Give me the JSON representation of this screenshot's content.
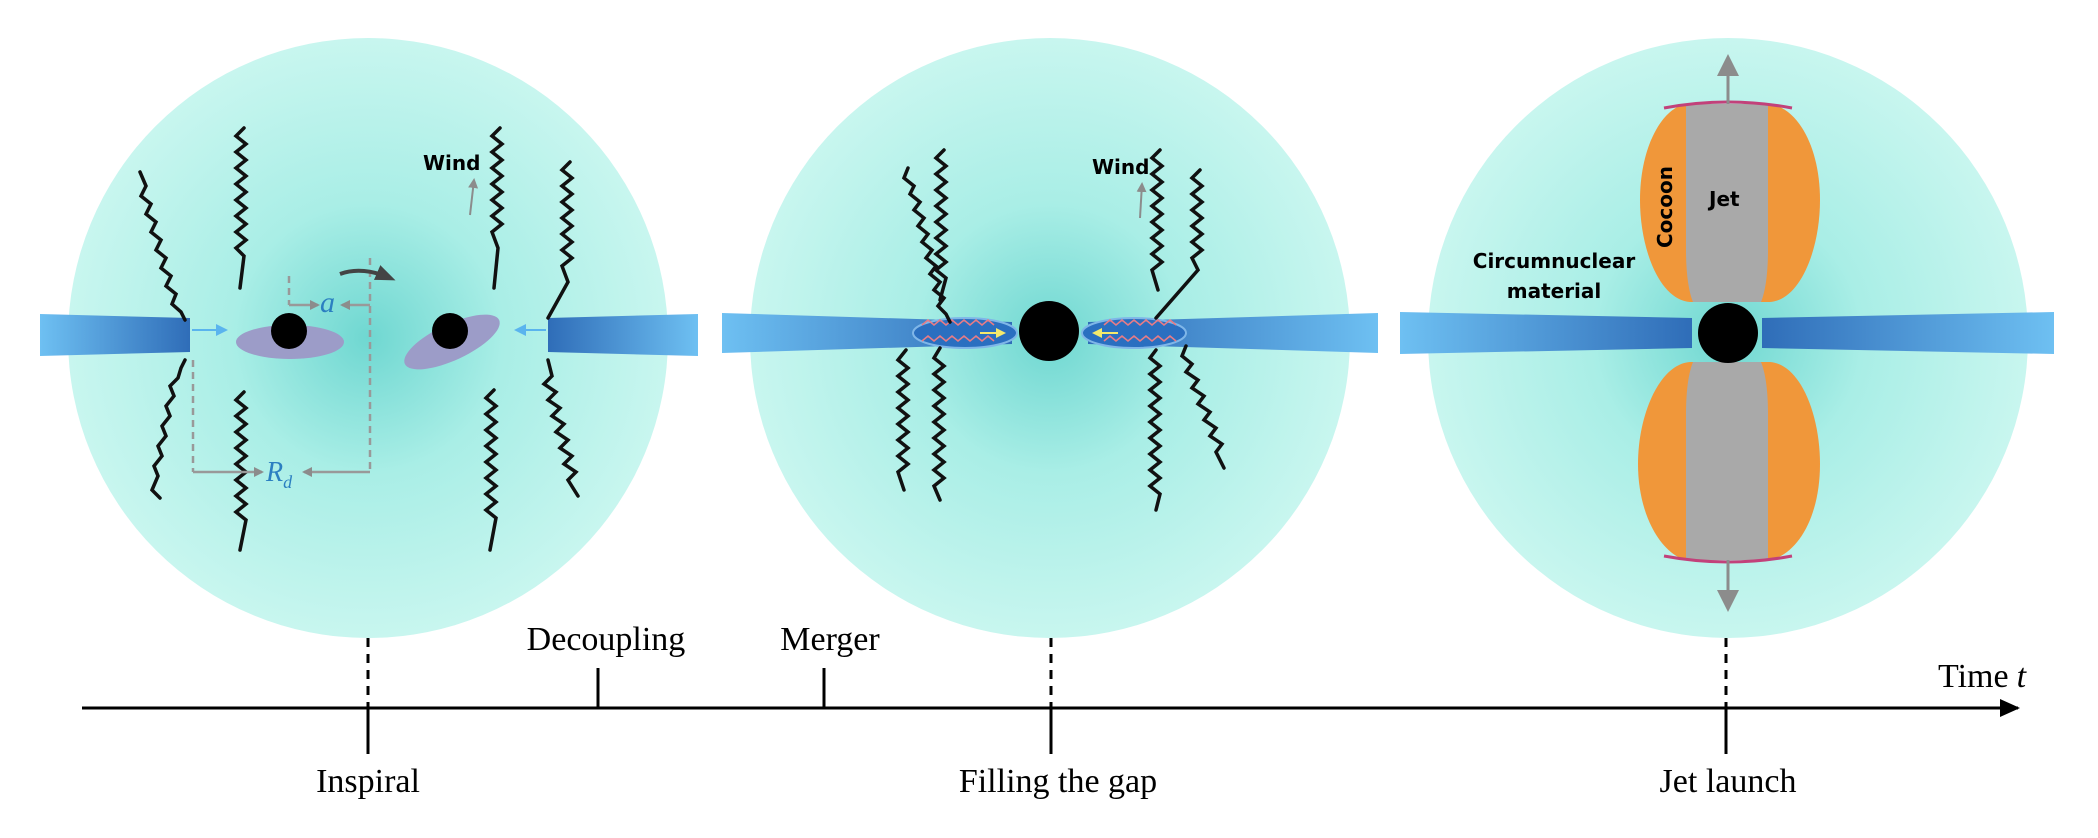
{
  "colors": {
    "sphere_edge": "#c6f5ee",
    "sphere_center": "#7fdcd6",
    "disk_inner": "#2f6db8",
    "disk_outer": "#6ec0f2",
    "minidisk": "#9c9cc8",
    "black_hole": "#000000",
    "wind_line": "#111111",
    "dashed_guide": "#999999",
    "blue_label": "#2b7fc1",
    "cocoon": "#f0973a",
    "jet": "#a9a9a9",
    "jet_cap": "#c2417a",
    "arrow_gray": "#8c8c8c",
    "inflow_arrow": "#5ab4ee",
    "wavy_heat": "#e87c86",
    "axis": "#000000"
  },
  "icons": [
    "black-hole-icon",
    "wind-squiggle-icon",
    "rotation-arrow-icon",
    "jet-direction-arrow-icon"
  ],
  "panels": {
    "inspiral": {
      "wind_label": "Wind",
      "separation_label": "a",
      "disk_radius_label": "R",
      "disk_radius_subscript": "d"
    },
    "filling": {
      "wind_label": "Wind"
    },
    "jet_launch": {
      "cocoon_label": "Cocoon",
      "jet_label": "Jet",
      "circumnuclear_line1": "Circumnuclear",
      "circumnuclear_line2": "material"
    }
  },
  "timeline": {
    "axis_label": "Time",
    "axis_symbol": "t",
    "stages": {
      "inspiral": "Inspiral",
      "decoupling": "Decoupling",
      "merger": "Merger",
      "filling_gap": "Filling the gap",
      "jet_launch": "Jet launch"
    }
  }
}
